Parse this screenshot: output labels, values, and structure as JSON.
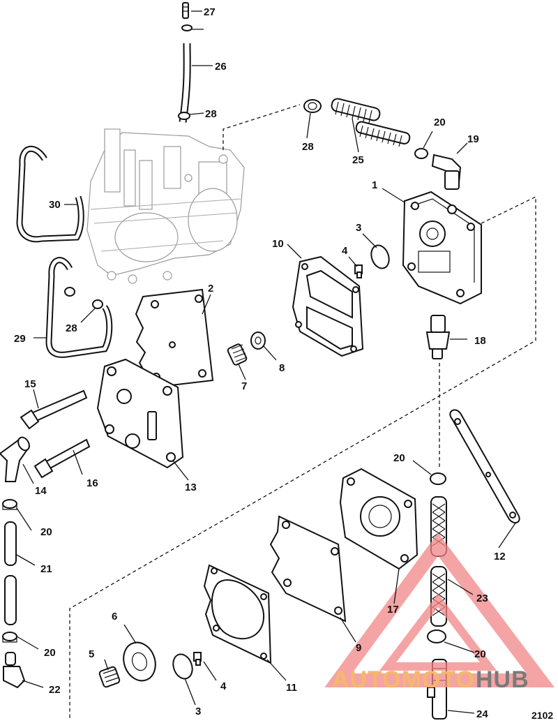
{
  "diagram": {
    "figure_number": "2102",
    "watermark": {
      "text_part1": "AUTOMOTO",
      "text_part2": "HUB",
      "color_part1": "#f5b86b",
      "color_part2": "#7a7a7a",
      "triangle_color": "#f08585"
    },
    "callouts": {
      "c1": "1",
      "c2": "2",
      "c3a": "3",
      "c3b": "3",
      "c4a": "4",
      "c4b": "4",
      "c5": "5",
      "c6": "6",
      "c7": "7",
      "c8": "8",
      "c9": "9",
      "c10": "10",
      "c11": "11",
      "c12": "12",
      "c13": "13",
      "c14": "14",
      "c15": "15",
      "c16": "16",
      "c17": "17",
      "c18": "18",
      "c19": "19",
      "c20a": "20",
      "c20b": "20",
      "c20c": "20",
      "c20d": "20",
      "c20e": "20",
      "c21": "21",
      "c22": "22",
      "c23": "23",
      "c24": "24",
      "c25": "25",
      "c26": "26",
      "c27": "27",
      "c28a": "28",
      "c28b": "28",
      "c28c": "28",
      "c29": "29",
      "c30": "30"
    }
  }
}
